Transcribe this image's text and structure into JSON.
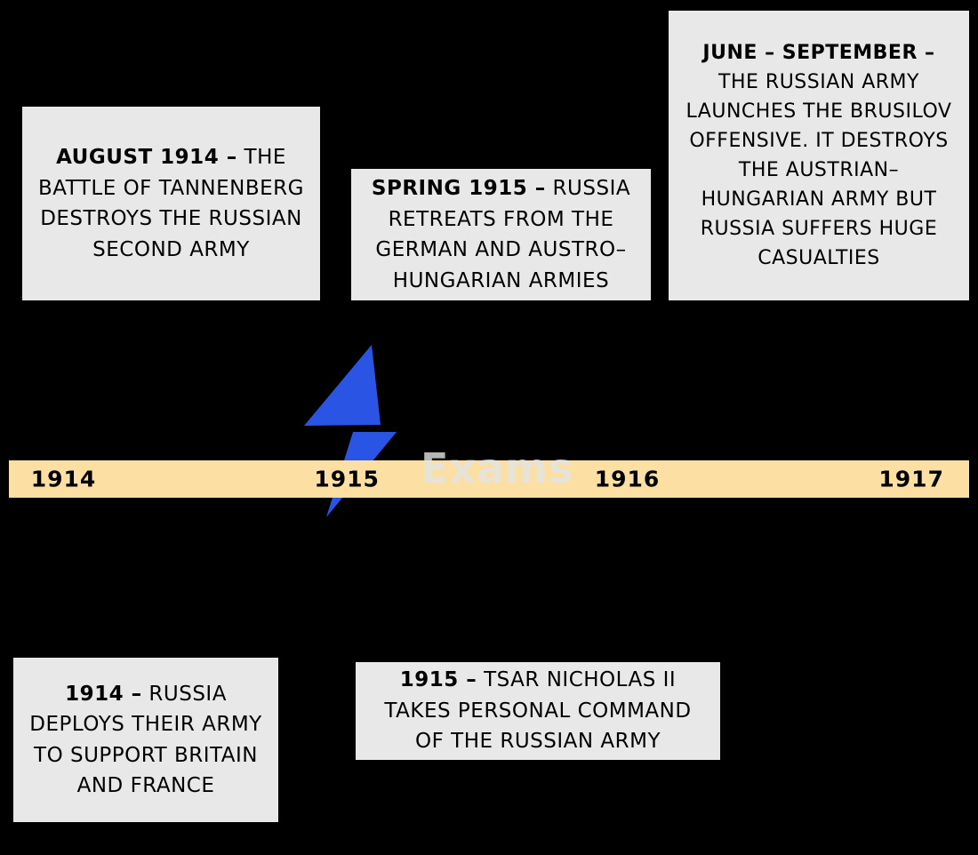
{
  "page": {
    "background_color": "#000000",
    "box_color": "#e8e8e8",
    "text_color": "#000000"
  },
  "timeline": {
    "bar_color": "#fbdfa3",
    "years": [
      {
        "label": "1914"
      },
      {
        "label": "1915"
      },
      {
        "label": "1916"
      },
      {
        "label": "1917"
      }
    ]
  },
  "watermark": {
    "text": "Exams",
    "bolt_color": "#2a54e4"
  },
  "events": {
    "august1914": {
      "date": "AUGUST 1914 –",
      "text": " THE BATTLE OF TANNENBERG DESTROYS THE RUSSIAN SECOND ARMY"
    },
    "spring1915": {
      "date": "SPRING 1915 –",
      "text": " RUSSIA RETREATS FROM THE GERMAN AND AUSTRO–HUNGARIAN ARMIES"
    },
    "june_september": {
      "date": "JUNE – SEPTEMBER –",
      "text": " THE RUSSIAN ARMY LAUNCHES THE BRUSILOV OFFENSIVE. IT DESTROYS THE AUSTRIAN–HUNGARIAN ARMY BUT RUSSIA SUFFERS HUGE CASUALTIES"
    },
    "deploy1914": {
      "date": "1914 –",
      "text": " RUSSIA DEPLOYS THEIR ARMY TO SUPPORT BRITAIN AND FRANCE"
    },
    "tsar1915": {
      "date": "1915 –",
      "text": " TSAR NICHOLAS II TAKES PERSONAL COMMAND OF THE RUSSIAN ARMY"
    }
  }
}
